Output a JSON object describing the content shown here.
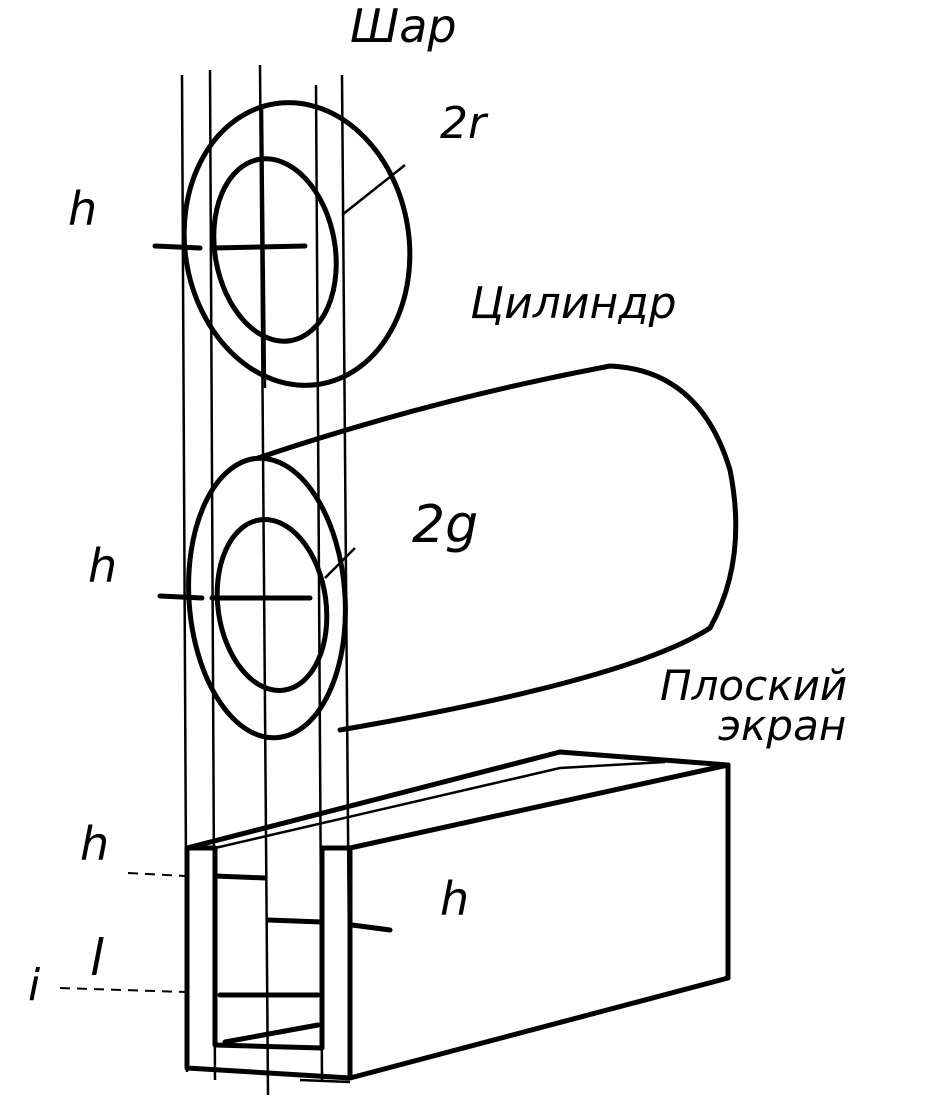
{
  "labels": {
    "sphere": "Шар",
    "sphere_diameter": "2r",
    "cylinder": "Цилиндр",
    "cylinder_diameter": "2g",
    "plate_line1": "Плоский",
    "plate_line2": "экран",
    "gap_sphere": "h",
    "gap_cylinder": "h",
    "gap_plate_left": "h",
    "gap_plate_right": "h",
    "length": "l",
    "left_mark": "i"
  },
  "colors": {
    "ink": "#000000",
    "background": "#ffffff"
  }
}
